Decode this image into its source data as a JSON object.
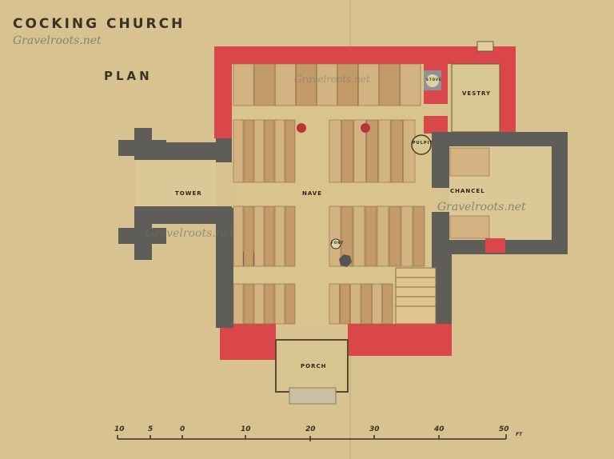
{
  "title": "COCKING CHURCH",
  "subtitle": "PLAN",
  "watermark": "Gravelroots.net",
  "rooms": {
    "tower": "TOWER",
    "nave": "NAVE",
    "chancel": "CHANCEL",
    "porch": "PORCH",
    "vestry": "VESTRY",
    "pulpit": "PULPIT",
    "stove": "STOVE",
    "font": "FONT"
  },
  "scale": {
    "ticks": [
      "10",
      "5",
      "0",
      "10",
      "20",
      "30",
      "40",
      "50"
    ],
    "unit": "FT"
  },
  "colors": {
    "paper": "#d8c28f",
    "new_wall": "#d9474a",
    "old_wall": "#5e5d58",
    "pew": "#c9a474"
  }
}
